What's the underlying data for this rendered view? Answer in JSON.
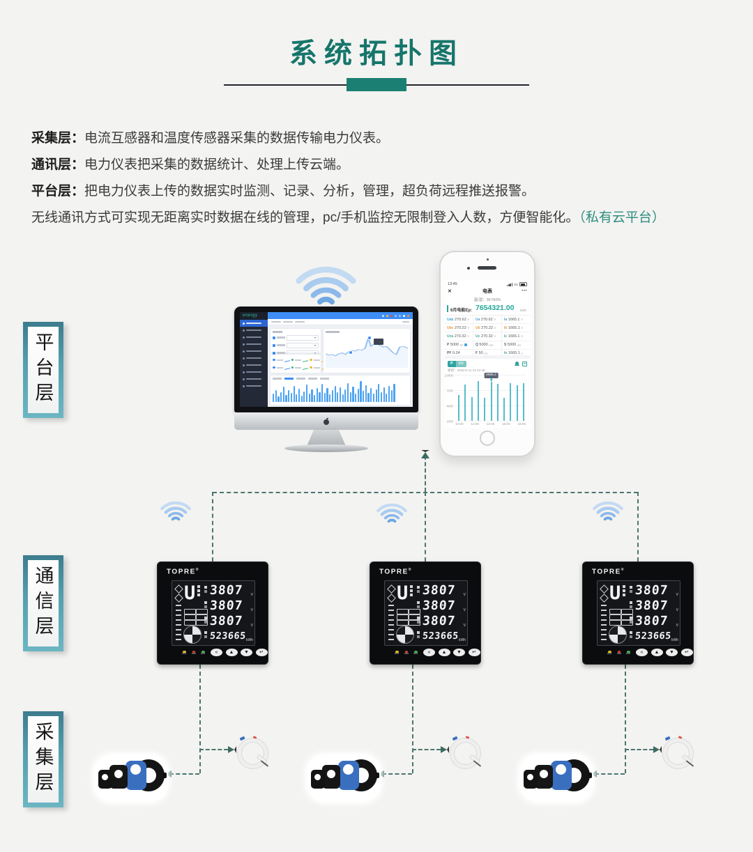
{
  "page": {
    "title": "系统拓扑图",
    "intro": [
      {
        "label": "采集层：",
        "text": "电流互感器和温度传感器采集的数据传输电力仪表。"
      },
      {
        "label": "通讯层：",
        "text": "电力仪表把采集的数据统计、处理上传云端。"
      },
      {
        "label": "平台层：",
        "text": "把电力仪表上传的数据实时监测、记录、分析，管理，超负荷远程推送报警。"
      },
      {
        "label": "",
        "text": "无线通讯方式可实现无距离实时数据在线的管理，pc/手机监控无限制登入人数，方便智能化。",
        "note": "（私有云平台）"
      }
    ],
    "layers": [
      "平台层",
      "通信层",
      "采集层"
    ]
  },
  "colors": {
    "accent_teal": "#16756b",
    "note_teal": "#2c8d80",
    "dash_line": "#4b756e",
    "wifi_blue": "#8cb9ea",
    "dashboard_blue": "#3d8df5",
    "phone_teal": "#2fa39b",
    "phase_a": "#4aa6c9",
    "phase_b": "#e09a43",
    "phase_c": "#43a795",
    "led_colors": [
      "#e7c51e",
      "#e0392b",
      "#46b854"
    ],
    "topbar_dots": [
      "#cfe4ff",
      "#f6c344",
      "#ea4f3e",
      "#9cc6ff",
      "#9cc6ff",
      "#ffffff",
      "#f59a3c"
    ],
    "stat_dots": [
      "#3d8df5",
      "#35b57a",
      "#f0b840"
    ]
  },
  "platform_dashboard": {
    "logo": "energy",
    "menu_count": 10,
    "bars": [
      38,
      56,
      26,
      46,
      72,
      32,
      56,
      42,
      76,
      36,
      62,
      30,
      50,
      82,
      40,
      60,
      32,
      66,
      46,
      86,
      42,
      64,
      36,
      56,
      76,
      44,
      70,
      34,
      60,
      90,
      46,
      72,
      40,
      62,
      100,
      52,
      80,
      42,
      66,
      38,
      60,
      84,
      46,
      70,
      38,
      76,
      56,
      86
    ],
    "line": [
      [
        0,
        58
      ],
      [
        4,
        62
      ],
      [
        8,
        60
      ],
      [
        12,
        64
      ],
      [
        16,
        58
      ],
      [
        20,
        55
      ],
      [
        24,
        60
      ],
      [
        28,
        52
      ],
      [
        32,
        48
      ],
      [
        36,
        50
      ],
      [
        40,
        45
      ],
      [
        44,
        47
      ],
      [
        48,
        42
      ],
      [
        52,
        10
      ],
      [
        55,
        35
      ],
      [
        58,
        30
      ],
      [
        62,
        28
      ],
      [
        66,
        33
      ],
      [
        70,
        38
      ],
      [
        74,
        36
      ],
      [
        78,
        45
      ],
      [
        82,
        55
      ],
      [
        86,
        60
      ],
      [
        90,
        38
      ],
      [
        95,
        36
      ],
      [
        100,
        42
      ]
    ],
    "markers": [
      [
        28,
        52
      ],
      [
        52,
        10
      ]
    ]
  },
  "phone": {
    "status_time": "13:45",
    "status_net": "4G",
    "nav_close": "✕",
    "nav_title": "电表",
    "nav_more": "•••",
    "env": "温/湿：36°/50%",
    "energy_label": "6月电能Ep:",
    "energy_value": "7654321.00",
    "energy_unit": "kWh",
    "pager_dots": "····",
    "table": [
      [
        {
          "l": "Uab",
          "v": "270.62",
          "u": "V",
          "c": "a"
        },
        {
          "l": "Ua",
          "v": "270.62",
          "u": "V",
          "c": "a"
        },
        {
          "l": "Ia",
          "v": "1665.1",
          "u": "A",
          "c": "a"
        }
      ],
      [
        {
          "l": "Ubc",
          "v": "270.22",
          "u": "V",
          "c": "b"
        },
        {
          "l": "Ub",
          "v": "270.22",
          "u": "V",
          "c": "b"
        },
        {
          "l": "Ib",
          "v": "1665.1",
          "u": "A",
          "c": "b"
        }
      ],
      [
        {
          "l": "Uca",
          "v": "270.32",
          "u": "V",
          "c": "c"
        },
        {
          "l": "Uc",
          "v": "270.32",
          "u": "V",
          "c": "c"
        },
        {
          "l": "Ic",
          "v": "1665.1",
          "u": "A",
          "c": "c"
        }
      ],
      [
        {
          "l": "P",
          "v": "5000",
          "u": "W",
          "c": "n",
          "icon": true
        },
        {
          "l": "Q",
          "v": "5000",
          "u": "var",
          "c": "n"
        },
        {
          "l": "S",
          "v": "5000",
          "u": "VA",
          "c": "n"
        }
      ],
      [
        {
          "l": "PF",
          "v": "0.24",
          "u": "",
          "c": "n"
        },
        {
          "l": "F",
          "v": "50",
          "u": "Hz",
          "c": "n"
        },
        {
          "l": "In",
          "v": "1665.1",
          "u": "A",
          "c": "c"
        }
      ]
    ],
    "chart": {
      "type": "bar",
      "tabs": [
        "P",
        "kW"
      ],
      "updated": "更新：2020-6-11 22:12:48",
      "yticks": [
        "10000",
        "7000",
        "4000",
        "1000"
      ],
      "ylim": [
        1000,
        10000
      ],
      "x": [
        "10:00",
        "12:00",
        "14:00",
        "16:00",
        "18:00"
      ],
      "values": [
        6000,
        8100,
        5650,
        8750,
        5450,
        8965.2,
        8250,
        5500,
        8400,
        7900,
        8400
      ],
      "tooltip": "8965.2",
      "tooltip_index": 5
    }
  },
  "meter": {
    "brand": "TOPRE",
    "brand_mark": "®",
    "readings": [
      "3807",
      "3807",
      "3807"
    ],
    "reading_unit": "V",
    "energy": "523665",
    "energy_unit": "kWh",
    "buttons": [
      "«",
      "▲",
      "▼",
      "↵"
    ]
  }
}
